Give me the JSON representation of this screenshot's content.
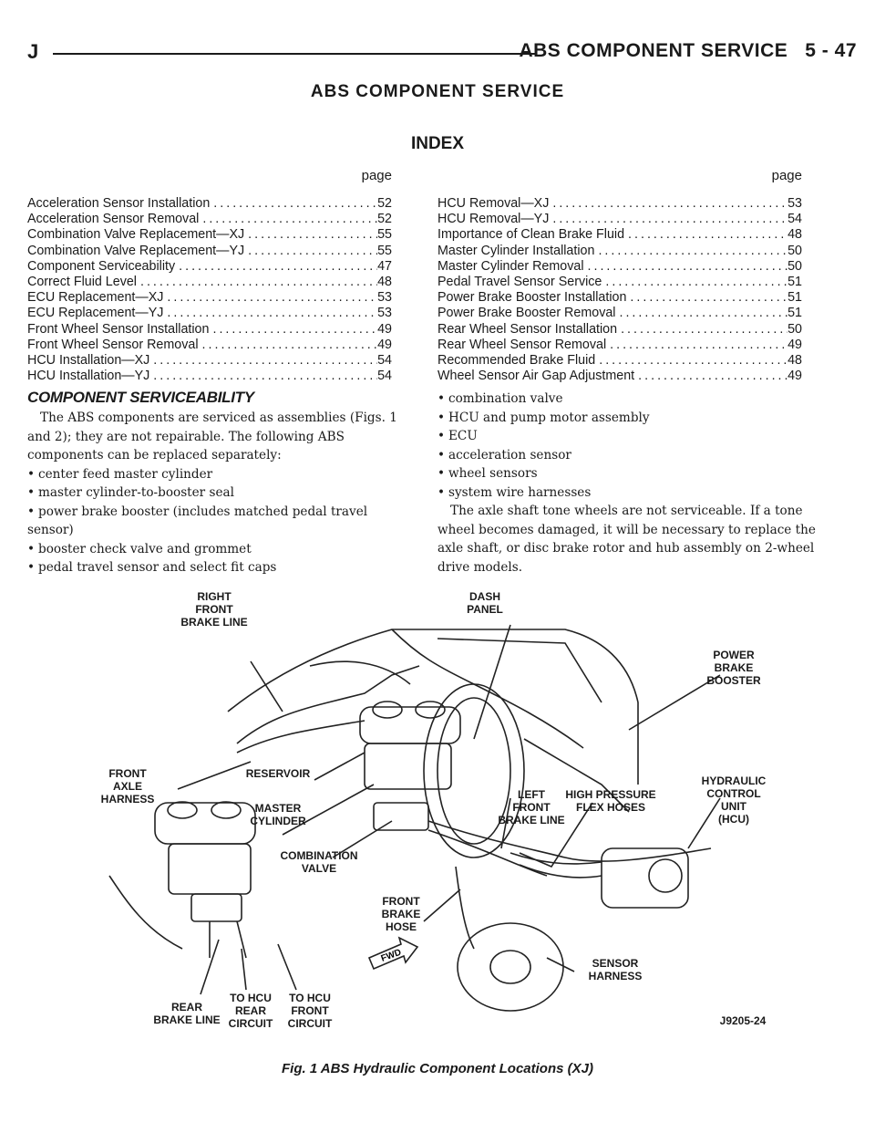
{
  "header": {
    "letter": "J",
    "section_title": "ABS COMPONENT SERVICE",
    "page": "5 - 47"
  },
  "title": "ABS COMPONENT SERVICE",
  "index": {
    "title": "INDEX",
    "page_label": "page",
    "left": [
      {
        "t": "Acceleration Sensor Installation",
        "p": "52"
      },
      {
        "t": "Acceleration Sensor Removal",
        "p": "52"
      },
      {
        "t": "Combination Valve Replacement—XJ",
        "p": "55"
      },
      {
        "t": "Combination Valve Replacement—YJ",
        "p": "55"
      },
      {
        "t": "Component Serviceability",
        "p": "47"
      },
      {
        "t": "Correct Fluid Level",
        "p": "48"
      },
      {
        "t": "ECU Replacement—XJ",
        "p": "53"
      },
      {
        "t": "ECU Replacement—YJ",
        "p": "53"
      },
      {
        "t": "Front Wheel Sensor Installation",
        "p": "49"
      },
      {
        "t": "Front Wheel Sensor Removal",
        "p": "49"
      },
      {
        "t": "HCU Installation—XJ",
        "p": "54"
      },
      {
        "t": "HCU Installation—YJ",
        "p": "54"
      }
    ],
    "right": [
      {
        "t": "HCU Removal—XJ",
        "p": "53"
      },
      {
        "t": "HCU Removal—YJ",
        "p": "54"
      },
      {
        "t": "Importance of Clean Brake Fluid",
        "p": "48"
      },
      {
        "t": "Master Cylinder Installation",
        "p": "50"
      },
      {
        "t": "Master Cylinder Removal",
        "p": "50"
      },
      {
        "t": "Pedal Travel Sensor Service",
        "p": "51"
      },
      {
        "t": "Power Brake Booster Installation",
        "p": "51"
      },
      {
        "t": "Power Brake Booster Removal",
        "p": "51"
      },
      {
        "t": "Rear Wheel Sensor Installation",
        "p": "50"
      },
      {
        "t": "Rear Wheel Sensor Removal",
        "p": "49"
      },
      {
        "t": "Recommended Brake Fluid",
        "p": "48"
      },
      {
        "t": "Wheel Sensor Air Gap Adjustment",
        "p": "49"
      }
    ]
  },
  "section": {
    "heading": "COMPONENT SERVICEABILITY",
    "intro": "The ABS components are serviced as assemblies (Figs. 1 and 2); they are not repairable. The following ABS components can be replaced separately:",
    "bullets_left": [
      "center feed master cylinder",
      "master cylinder-to-booster seal",
      "power brake booster (includes matched pedal travel sensor)",
      "booster check valve and grommet",
      "pedal travel sensor and select fit caps"
    ],
    "bullets_right": [
      "combination valve",
      "HCU and pump motor assembly",
      "ECU",
      "acceleration sensor",
      "wheel sensors",
      "system wire harnesses"
    ],
    "closing": "The axle shaft tone wheels are not serviceable. If a tone wheel becomes damaged, it will be necessary to replace the axle shaft, or disc brake rotor and hub assembly on 2-wheel drive models.",
    "bullet_glyph": "•"
  },
  "figure": {
    "labels": {
      "right_front_1": "RIGHT",
      "right_front_2": "FRONT",
      "right_front_3": "BRAKE LINE",
      "dash_1": "DASH",
      "dash_2": "PANEL",
      "booster_1": "POWER",
      "booster_2": "BRAKE",
      "booster_3": "BOOSTER",
      "axle_1": "FRONT",
      "axle_2": "AXLE",
      "axle_3": "HARNESS",
      "reservoir": "RESERVOIR",
      "master_1": "MASTER",
      "master_2": "CYLINDER",
      "left_front_1": "LEFT",
      "left_front_2": "FRONT",
      "left_front_3": "BRAKE LINE",
      "hp_1": "HIGH PRESSURE",
      "hp_2": "FLEX HOSES",
      "hcu_1": "HYDRAULIC",
      "hcu_2": "CONTROL",
      "hcu_3": "UNIT",
      "hcu_4": "(HCU)",
      "combo_1": "COMBINATION",
      "combo_2": "VALVE",
      "hose_1": "FRONT",
      "hose_2": "BRAKE",
      "hose_3": "HOSE",
      "fwd": "FWD",
      "sensor_1": "SENSOR",
      "sensor_2": "HARNESS",
      "rear_1": "REAR",
      "rear_2": "BRAKE LINE",
      "hcu_rear_1": "TO HCU",
      "hcu_rear_2": "REAR",
      "hcu_rear_3": "CIRCUIT",
      "hcu_front_1": "TO HCU",
      "hcu_front_2": "FRONT",
      "hcu_front_3": "CIRCUIT",
      "code": "J9205-24"
    },
    "caption": "Fig. 1 ABS Hydraulic Component Locations (XJ)"
  }
}
